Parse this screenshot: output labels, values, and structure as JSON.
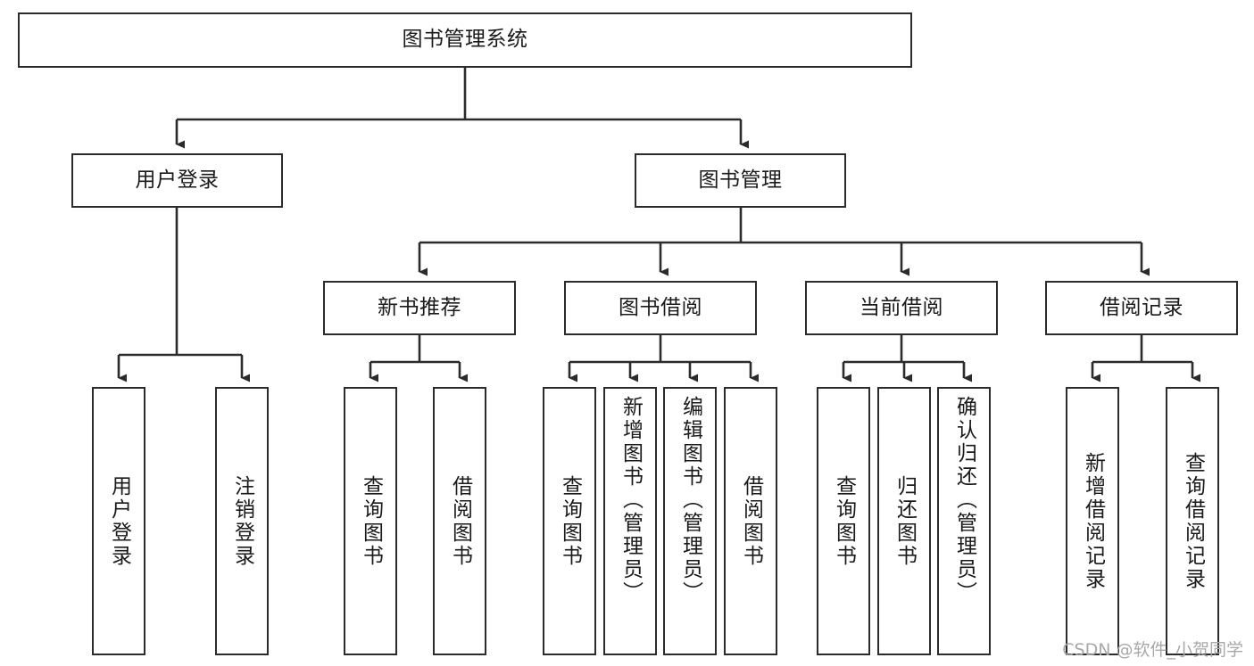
{
  "diagram": {
    "title": "图书管理系统",
    "type": "hierarchy-tree",
    "watermark": "CSDN @软件_小贺同学",
    "colors": {
      "stroke": "#2b2b2b",
      "fill": "#ffffff",
      "text": "#1a1a1a",
      "watermark": "#a8a8a8"
    },
    "levels": [
      {
        "level": 1,
        "nodes": [
          {
            "id": "root",
            "label": "图书管理系统",
            "orientation": "horizontal"
          }
        ]
      },
      {
        "level": 2,
        "nodes": [
          {
            "id": "l2-user-login",
            "label": "用户登录",
            "orientation": "horizontal",
            "parent": "root"
          },
          {
            "id": "l2-book-manage",
            "label": "图书管理",
            "orientation": "horizontal",
            "parent": "root"
          }
        ]
      },
      {
        "level": 3,
        "nodes": [
          {
            "id": "l3-new-book-rec",
            "label": "新书推荐",
            "orientation": "horizontal",
            "parent": "l2-book-manage"
          },
          {
            "id": "l3-book-borrow",
            "label": "图书借阅",
            "orientation": "horizontal",
            "parent": "l2-book-manage"
          },
          {
            "id": "l3-current-borrow",
            "label": "当前借阅",
            "orientation": "horizontal",
            "parent": "l2-book-manage"
          },
          {
            "id": "l3-borrow-record",
            "label": "借阅记录",
            "orientation": "horizontal",
            "parent": "l2-book-manage"
          }
        ]
      },
      {
        "level": 4,
        "nodes": [
          {
            "id": "leaf-user-login",
            "label": "用户登录",
            "orientation": "vertical",
            "parent": "l2-user-login"
          },
          {
            "id": "leaf-logout",
            "label": "注销登录",
            "orientation": "vertical",
            "parent": "l2-user-login"
          },
          {
            "id": "leaf-query-book-1",
            "label": "查询图书",
            "orientation": "vertical",
            "parent": "l3-new-book-rec"
          },
          {
            "id": "leaf-borrow-book-1",
            "label": "借阅图书",
            "orientation": "vertical",
            "parent": "l3-new-book-rec"
          },
          {
            "id": "leaf-query-book-2",
            "label": "查询图书",
            "orientation": "vertical",
            "parent": "l3-book-borrow"
          },
          {
            "id": "leaf-add-book",
            "label": "新增图书（管理员）",
            "orientation": "vertical",
            "parent": "l3-book-borrow"
          },
          {
            "id": "leaf-edit-book",
            "label": "编辑图书（管理员）",
            "orientation": "vertical",
            "parent": "l3-book-borrow"
          },
          {
            "id": "leaf-borrow-book-2",
            "label": "借阅图书",
            "orientation": "vertical",
            "parent": "l3-book-borrow"
          },
          {
            "id": "leaf-query-book-3",
            "label": "查询图书",
            "orientation": "vertical",
            "parent": "l3-current-borrow"
          },
          {
            "id": "leaf-return-book",
            "label": "归还图书",
            "orientation": "vertical",
            "parent": "l3-current-borrow"
          },
          {
            "id": "leaf-confirm-return",
            "label": "确认归还（管理员）",
            "orientation": "vertical",
            "parent": "l3-current-borrow"
          },
          {
            "id": "leaf-add-record",
            "label": "新增借阅记录",
            "orientation": "vertical",
            "parent": "l3-borrow-record"
          },
          {
            "id": "leaf-query-record",
            "label": "查询借阅记录",
            "orientation": "vertical",
            "parent": "l3-borrow-record"
          }
        ]
      }
    ]
  }
}
